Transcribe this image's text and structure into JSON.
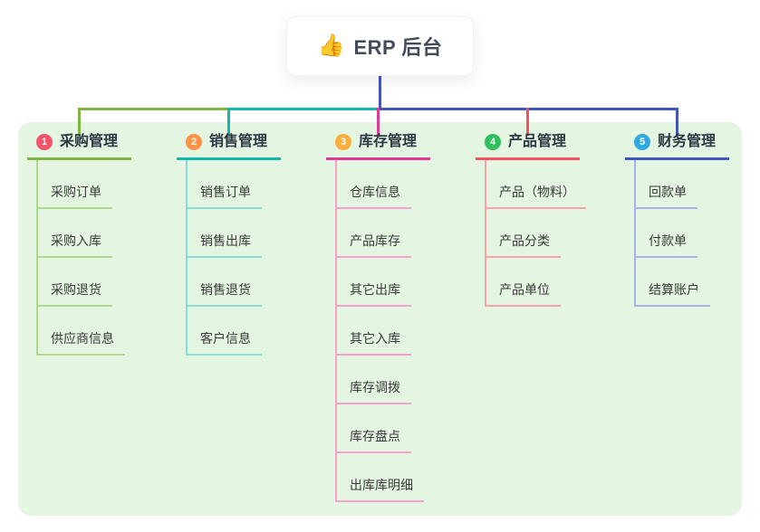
{
  "root": {
    "icon": "👍",
    "label": "ERP 后台"
  },
  "colors": {
    "panel_bg": "#e4f5e1",
    "root_stem": "#4253c4",
    "title_text": "#2e3744",
    "child_text": "#3a3a3a"
  },
  "branches": [
    {
      "index": "1",
      "label": "采购管理",
      "badge_color": "#f1556e",
      "line_color": "#7fb543",
      "child_line_color": "#b0d88d",
      "children": [
        "采购订单",
        "采购入库",
        "采购退货",
        "供应商信息"
      ]
    },
    {
      "index": "2",
      "label": "销售管理",
      "badge_color": "#ff9245",
      "line_color": "#12b7ae",
      "child_line_color": "#8adbd5",
      "children": [
        "销售订单",
        "销售出库",
        "销售退货",
        "客户信息"
      ]
    },
    {
      "index": "3",
      "label": "库存管理",
      "badge_color": "#fbae3c",
      "line_color": "#e03a96",
      "child_line_color": "#f4a3ce",
      "children": [
        "仓库信息",
        "产品库存",
        "其它出库",
        "其它入库",
        "库存调拨",
        "库存盘点",
        "出库库明细"
      ]
    },
    {
      "index": "4",
      "label": "产品管理",
      "badge_color": "#2fbf5f",
      "line_color": "#f8515e",
      "child_line_color": "#f9a3a9",
      "children": [
        "产品（物料）",
        "产品分类",
        "产品单位"
      ]
    },
    {
      "index": "5",
      "label": "财务管理",
      "badge_color": "#2fa8e0",
      "line_color": "#4156bb",
      "child_line_color": "#a4b4e6",
      "children": [
        "回款单",
        "付款单",
        "结算账户"
      ]
    }
  ]
}
